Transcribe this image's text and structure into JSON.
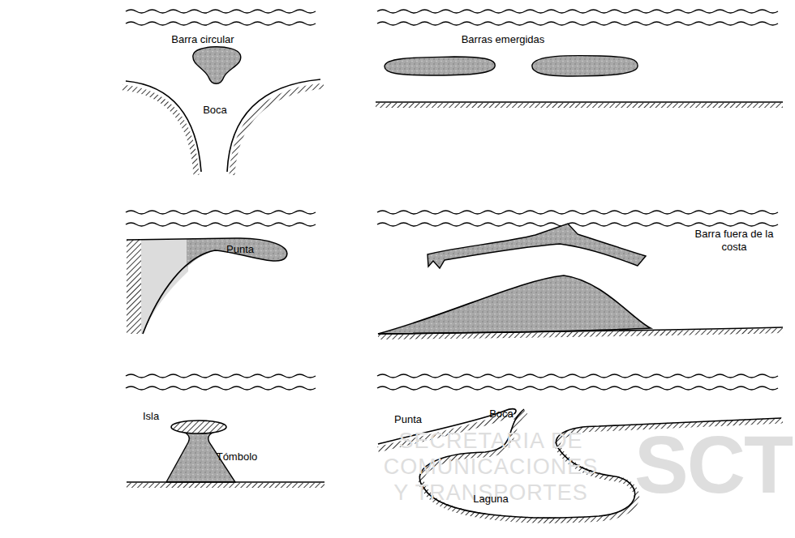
{
  "diagram": {
    "labels": [
      "Barra circular",
      "Boca",
      "Barras emergidas",
      "Punta",
      "Barra fuera de la costa",
      "Isla",
      "Tómbolo",
      "Punta",
      "Boca",
      "Laguna",
      "SECRETARIA DE",
      "COMUNICACIONES",
      "Y TRANSPORTES",
      "SCT"
    ]
  }
}
